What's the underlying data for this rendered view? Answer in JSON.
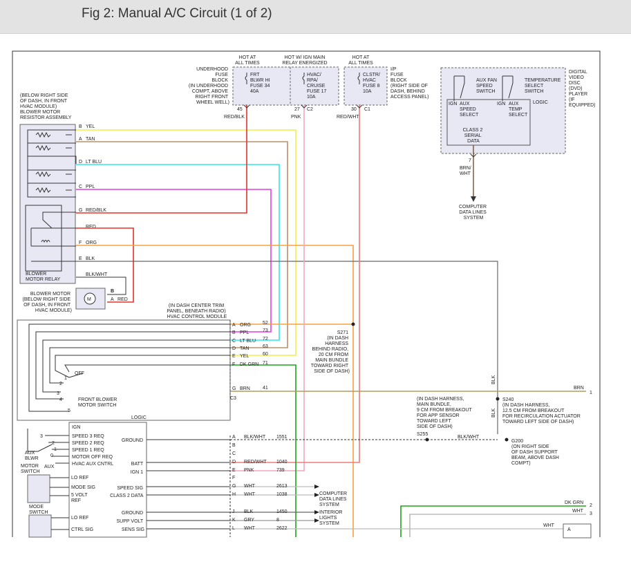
{
  "header": {
    "title": "Fig 2: Manual A/C Circuit (1 of 2)"
  },
  "colors": {
    "yellow": "#f2ef4a",
    "tan": "#b9906a",
    "lt_blu": "#2ee6f2",
    "ppl": "#e63be6",
    "red_blk": "#e8302a",
    "red": "#e8302a",
    "org": "#f5a040",
    "pnk": "#f2a6c0",
    "red_wht": "#f07a7a",
    "dk_grn": "#1aa51a",
    "brn": "#b39b5c",
    "blk": "#666666",
    "box_fill": "#e8e8f5",
    "box_stroke": "#888888"
  },
  "fuse_boxes": {
    "uh_hot": [
      "HOT AT",
      "ALL TIMES"
    ],
    "ign_hot": [
      "HOT W/ IGN MAIN",
      "RELAY ENERGIZED"
    ],
    "ip_hot": [
      "HOT AT",
      "ALL TIMES"
    ],
    "uh_desc": [
      "UNDERHOOD",
      "FUSE",
      "BLOCK",
      "(IN UNDERHOOD",
      "COMPT, ABOVE",
      "RIGHT FRONT",
      "WHEEL WELL)"
    ],
    "frt_fuse": [
      "FRT",
      "BLWR HI",
      "FUSE 34",
      "40A"
    ],
    "hvac_fuse": [
      "HVAC/",
      "RPA/",
      "CRUISE",
      "FUSE 17",
      "10A"
    ],
    "clstr_fuse": [
      "CLSTR/",
      "HVAC",
      "FUSE 8",
      "10A"
    ],
    "ip_desc": [
      "I/P",
      "FUSE",
      "BLOCK",
      "(RIGHT SIDE OF",
      "DASH, BEHIND",
      "ACCESS PANEL)"
    ],
    "pins": [
      "45",
      "27",
      "C2",
      "30",
      "C1"
    ],
    "wire_colors": [
      "RED/BLK",
      "PNK",
      "RED/WHT"
    ]
  },
  "dvd": {
    "desc": [
      "DIGITAL",
      "VIDEO",
      "DISC",
      "(DVD)",
      "PLAYER",
      "(IF",
      "EQUIPPED)"
    ],
    "fan_switch": [
      "AUX FAN",
      "SPEED",
      "SWITCH"
    ],
    "temp_switch": [
      "TEMPERATURE",
      "SELECT",
      "SWITCH"
    ],
    "logic": "LOGIC",
    "ign1": "IGN",
    "ign2": "IGN",
    "fan_select": [
      "AUX",
      "SPEED",
      "SELECT"
    ],
    "temp_select": [
      "AUX",
      "TEMP",
      "SELECT"
    ],
    "class2": [
      "CLASS 2",
      "SERIAL",
      "DATA"
    ],
    "pin": "7",
    "wire": [
      "BRN/",
      "WHT"
    ],
    "dest": [
      "COMPUTER",
      "DATA LINES",
      "SYSTEM"
    ]
  },
  "resistor": {
    "desc": [
      "(BELOW RIGHT SIDE",
      "OF DASH, IN FRONT",
      "HVAC MODULE)",
      "BLOWER MOTOR",
      "RESISTOR ASSEMBLY"
    ],
    "relay_label": [
      "BLOWER",
      "MOTOR RELAY"
    ],
    "wires": [
      {
        "pin": "B",
        "color": "YEL"
      },
      {
        "pin": "A",
        "color": "TAN"
      },
      {
        "pin": "D",
        "color": "LT BLU"
      },
      {
        "pin": "C",
        "color": "PPL"
      },
      {
        "pin": "G",
        "color": "RED/BLK"
      },
      {
        "pin": "",
        "color": "RED"
      },
      {
        "pin": "F",
        "color": "ORG"
      },
      {
        "pin": "E",
        "color": "BLK"
      }
    ],
    "blk_wht": "BLK/WHT"
  },
  "motor": {
    "desc": [
      "BLOWER MOTOR",
      "(BELOW RIGHT SIDE",
      "OF DASH, IN FRONT",
      "HVAC MODULE)"
    ],
    "pin_b": "B",
    "pin_a": "A",
    "red": "RED",
    "m": "M"
  },
  "hvac_module": {
    "desc": [
      "(IN DASH CENTER TRIM",
      "PANEL, BENEATH RADIO)",
      "HVAC CONTROL MODULE"
    ],
    "wires": [
      {
        "pin": "A",
        "color": "ORG",
        "num": "52"
      },
      {
        "pin": "B",
        "color": "PPL",
        "num": "73"
      },
      {
        "pin": "C",
        "color": "LT BLU",
        "num": "72"
      },
      {
        "pin": "D",
        "color": "TAN",
        "num": "63"
      },
      {
        "pin": "E",
        "color": "YEL",
        "num": "60"
      },
      {
        "pin": "F",
        "color": "DK GRN",
        "num": "71"
      },
      {
        "pin": "G",
        "color": "BRN",
        "num": "41"
      }
    ],
    "c3": "C3",
    "switch_off": "OFF",
    "switch_label": [
      "FRONT BLOWER",
      "MOTOR SWITCH"
    ],
    "sw_nums": [
      "1",
      "2",
      "3",
      "4",
      "5"
    ]
  },
  "splices": {
    "s271": [
      "S271",
      "(IN DASH",
      "HARNESS",
      "BEHIND RADIO,",
      "20 CM FROM",
      "MAIN BUNDLE",
      "TOWARD RIGHT",
      "SIDE OF DASH)"
    ],
    "s240": [
      "S240",
      "(IN DASH HARNESS,",
      "12.5 CM FROM BREAKOUT",
      "FOR RECIRCULATION ACTUATOR",
      "TOWARD LEFT SIDE OF DASH)"
    ],
    "s255": [
      "(IN DASH HARNESS,",
      "MAIN BUNDLE,",
      "9 CM FROM BREAKOUT",
      "FOR APP SENSOR",
      "TOWARD LEFT",
      "SIDE OF DASH)",
      "S255"
    ],
    "g200": [
      "G200",
      "(ON RIGHT SIDE",
      "OF DASH SUPPORT",
      "BEAM, ABOVE DASH",
      "COMPT)"
    ],
    "blk1": "BLK",
    "blk2": "BLK",
    "blk_wht": "BLK/WHT"
  },
  "right_wires": {
    "brn": "BRN",
    "brn_num": "1",
    "dk_grn": "DK GRN",
    "dk_grn_num": "2",
    "wht": "WHT",
    "wht_num": "3",
    "wht2": "WHT",
    "box_a": "A"
  },
  "aux_module": {
    "logic": "LOGIC",
    "ign": "IGN",
    "speed": [
      "SPEED 3 REQ",
      "SPEED 2 REQ",
      "SPEED 1 REQ",
      "MOTOR OFF REQ",
      "HVAC AUX CNTRL"
    ],
    "sw_nums": [
      "3",
      "2",
      "1",
      "0"
    ],
    "aux_switch": [
      "AUX",
      "BLWR",
      "MOTOR",
      "SWITCH"
    ],
    "aux": "AUX",
    "left_labels": [
      "LO REF",
      "MODE SIG",
      "5 VOLT",
      "REF"
    ],
    "mode_switch": [
      "MODE",
      "SWITCH"
    ],
    "left_labels2": [
      "LO REF",
      "CTRL SIG"
    ],
    "mid_labels": [
      "GROUND",
      "BATT",
      "IGN 1",
      "SPEED SIG",
      "CLASS 2 DATA",
      "GROUND",
      "SUPP VOLT",
      "SENS SIG"
    ],
    "pins": [
      {
        "pin": "A",
        "color": "BLK/WHT",
        "num": "1551"
      },
      {
        "pin": "B",
        "color": "",
        "num": ""
      },
      {
        "pin": "C",
        "color": "",
        "num": ""
      },
      {
        "pin": "D",
        "color": "RED/WHT",
        "num": "1040"
      },
      {
        "pin": "E",
        "color": "PNK",
        "num": "739"
      },
      {
        "pin": "F",
        "color": "",
        "num": ""
      },
      {
        "pin": "G",
        "color": "WHT",
        "num": "2613"
      },
      {
        "pin": "H",
        "color": "WHT",
        "num": "1038"
      },
      {
        "pin": "J",
        "color": "BLK",
        "num": "1450"
      },
      {
        "pin": "K",
        "color": "GRY",
        "num": "8"
      },
      {
        "pin": "L",
        "color": "WHT",
        "num": "2622"
      }
    ],
    "dest1": [
      "COMPUTER",
      "DATA LINES",
      "SYSTEM"
    ],
    "dest2": [
      "INTERIOR",
      "LIGHTS",
      "SYSTEM"
    ]
  }
}
